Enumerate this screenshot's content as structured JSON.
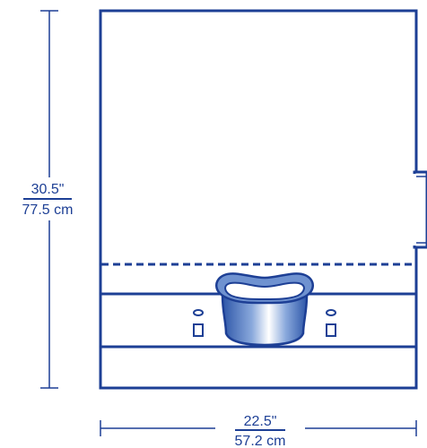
{
  "colors": {
    "outline": "#1d3f95",
    "background": "#ffffff",
    "fenestration_light": "#e6eef9",
    "fenestration_mid": "#6f92d0"
  },
  "dimensions": {
    "height": {
      "imperial": "30.5\"",
      "metric": "77.5 cm"
    },
    "width": {
      "imperial": "22.5\"",
      "metric": "57.2 cm"
    }
  }
}
